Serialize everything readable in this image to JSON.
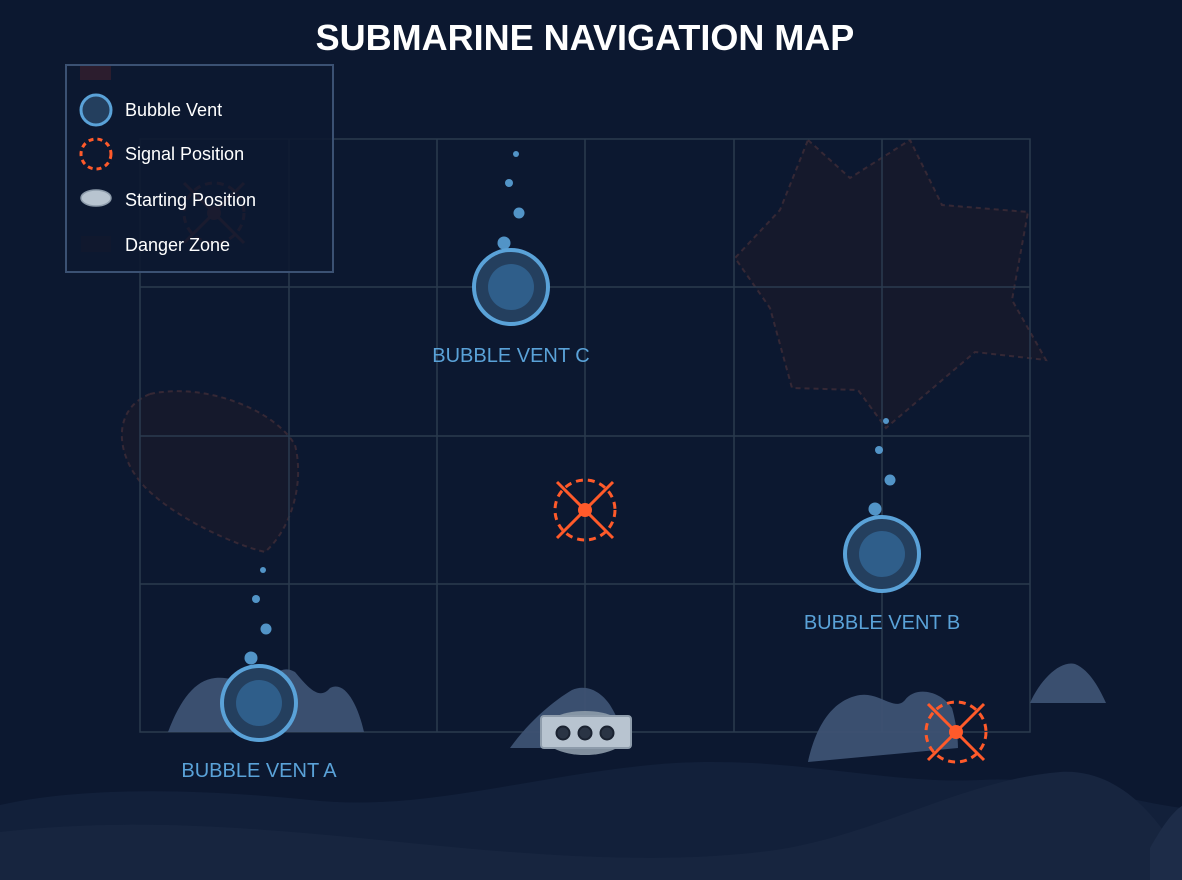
{
  "title": "SUBMARINE NAVIGATION MAP",
  "colors": {
    "background": "#0c1830",
    "grid": "#2b3a4e",
    "vent_ring": "#5aa2d8",
    "vent_fill": "#2a4e74",
    "signal": "#ff5a2a",
    "danger": "#171a2c",
    "rock": "#3d5273",
    "seabed": "#15233d",
    "submarine": "#b8c4d0"
  },
  "legend": {
    "items": [
      {
        "label": "Bubble Vent",
        "icon": "bubble-vent-icon"
      },
      {
        "label": "Signal Position",
        "icon": "signal-position-icon"
      },
      {
        "label": "Starting Position",
        "icon": "starting-position-icon"
      },
      {
        "label": "Danger Zone",
        "icon": "danger-zone-icon"
      }
    ]
  },
  "map": {
    "grid_columns": 6,
    "grid_rows": 4,
    "vents": [
      {
        "id": "a",
        "label": "BUBBLE VENT A"
      },
      {
        "id": "b",
        "label": "BUBBLE VENT B"
      },
      {
        "id": "c",
        "label": "BUBBLE VENT C"
      }
    ],
    "signals": [
      {
        "id": "center"
      },
      {
        "id": "southeast"
      },
      {
        "id": "northwest"
      }
    ],
    "starting_position": {
      "icon": "submarine-icon"
    }
  }
}
